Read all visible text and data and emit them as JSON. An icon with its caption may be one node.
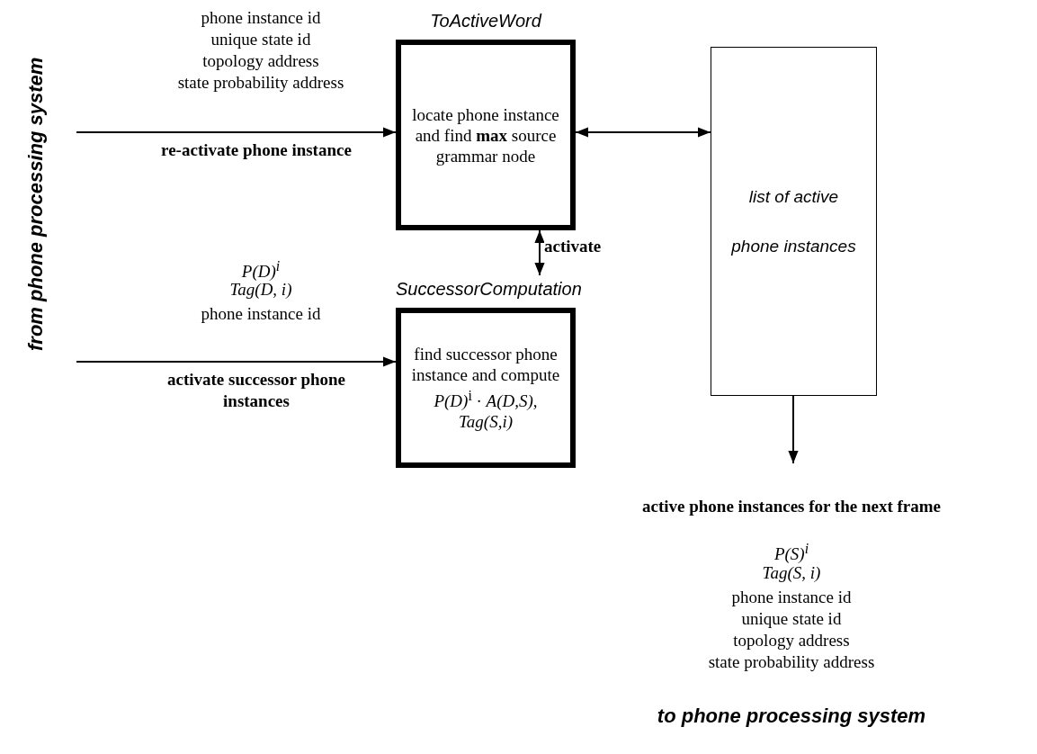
{
  "diagram": {
    "nodes": [
      {
        "text": [
          "ToActiveWord",
          "locate phone instance and find **max** source grammar node"
        ]
      },
      {
        "text": [
          "SuccessorComputation",
          "find successor phone instance and compute *P(D)*$^{i}$ · *A(D,S)*, *Tag(S,i)*"
        ]
      },
      {
        "text": [
          "list of active phone instances"
        ]
      }
    ],
    "edges": [
      {
        "from": null,
        "to": 0,
        "arrow": "to",
        "label": "re-activate phone instance"
      },
      {
        "from": null,
        "to": 1,
        "arrow": "to",
        "label": "activate successor phone instances"
      },
      {
        "from": 0,
        "to": 2,
        "arrow": "both"
      },
      {
        "from": 1,
        "to": 0,
        "arrow": "both",
        "label": "activate"
      },
      {
        "from": 2,
        "to": null,
        "arrow": "to"
      }
    ],
    "labels": [
      "from phone processing system",
      "phone instance id",
      "unique state id",
      "topology address",
      "state probability address",
      "P(D)$^{i}$",
      "Tag(D, i)",
      "phone instance id",
      "active phone instances for the next frame",
      "P(S)$^{i}$",
      "Tag(S, i)",
      "phone instance id",
      "unique state id",
      "topology address",
      "state probability address",
      "to phone processing system"
    ]
  }
}
